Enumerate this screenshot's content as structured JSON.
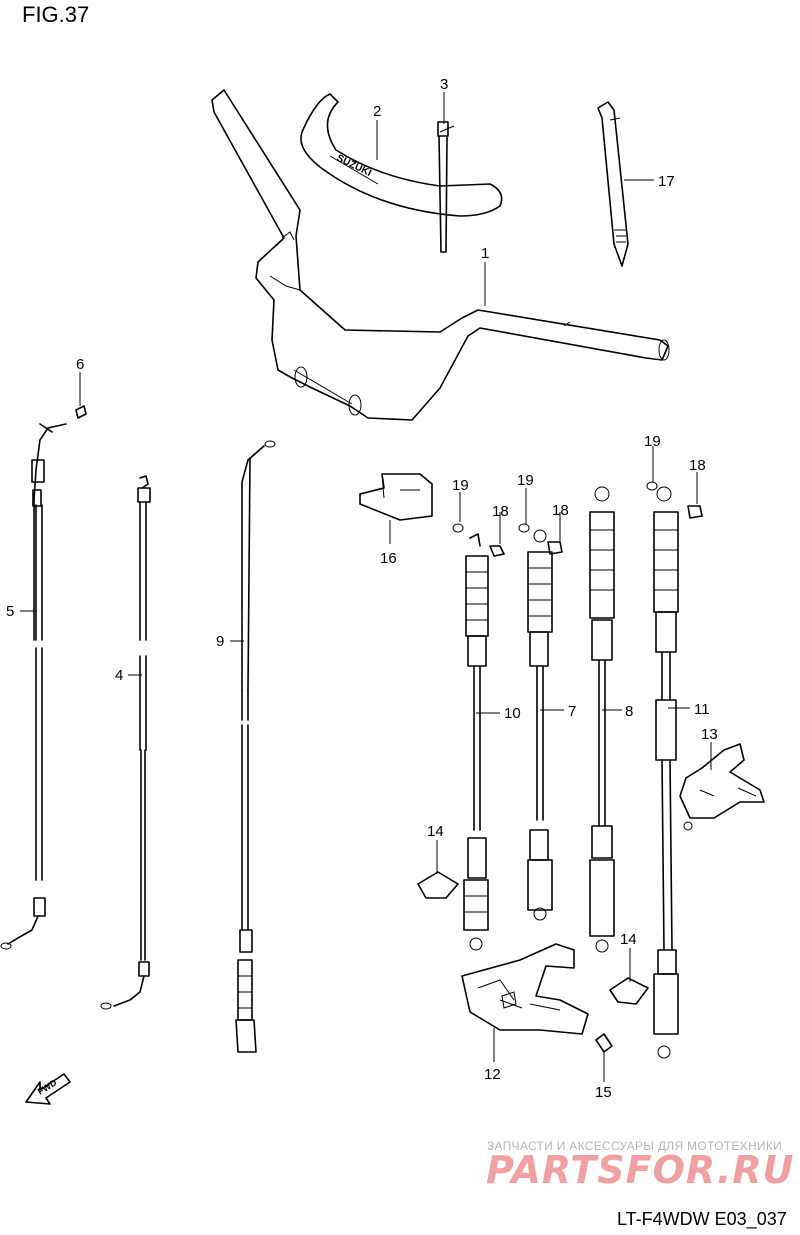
{
  "figure": {
    "title": "FIG.37",
    "code": "LT-F4WDW E03_037"
  },
  "emblem_text": "SUZUKI",
  "fwd_label": "FWD",
  "watermark": {
    "line": "ЗАПЧАСТИ И АКСЕССУАРЫ ДЛЯ МОТОТЕХНИКИ",
    "logo": "PARTSFOR.RU"
  },
  "callouts": [
    {
      "id": "c1",
      "label": "1"
    },
    {
      "id": "c2",
      "label": "2"
    },
    {
      "id": "c3",
      "label": "3"
    },
    {
      "id": "c17",
      "label": "17"
    },
    {
      "id": "c6",
      "label": "6"
    },
    {
      "id": "c5",
      "label": "5"
    },
    {
      "id": "c4",
      "label": "4"
    },
    {
      "id": "c9",
      "label": "9"
    },
    {
      "id": "c16",
      "label": "16"
    },
    {
      "id": "c19a",
      "label": "19"
    },
    {
      "id": "c18a",
      "label": "18"
    },
    {
      "id": "c19b",
      "label": "19"
    },
    {
      "id": "c18b",
      "label": "18"
    },
    {
      "id": "c19c",
      "label": "19"
    },
    {
      "id": "c18c",
      "label": "18"
    },
    {
      "id": "c10",
      "label": "10"
    },
    {
      "id": "c7",
      "label": "7"
    },
    {
      "id": "c8",
      "label": "8"
    },
    {
      "id": "c11",
      "label": "11"
    },
    {
      "id": "c13",
      "label": "13"
    },
    {
      "id": "c14a",
      "label": "14"
    },
    {
      "id": "c14b",
      "label": "14"
    },
    {
      "id": "c12",
      "label": "12"
    },
    {
      "id": "c15",
      "label": "15"
    }
  ]
}
